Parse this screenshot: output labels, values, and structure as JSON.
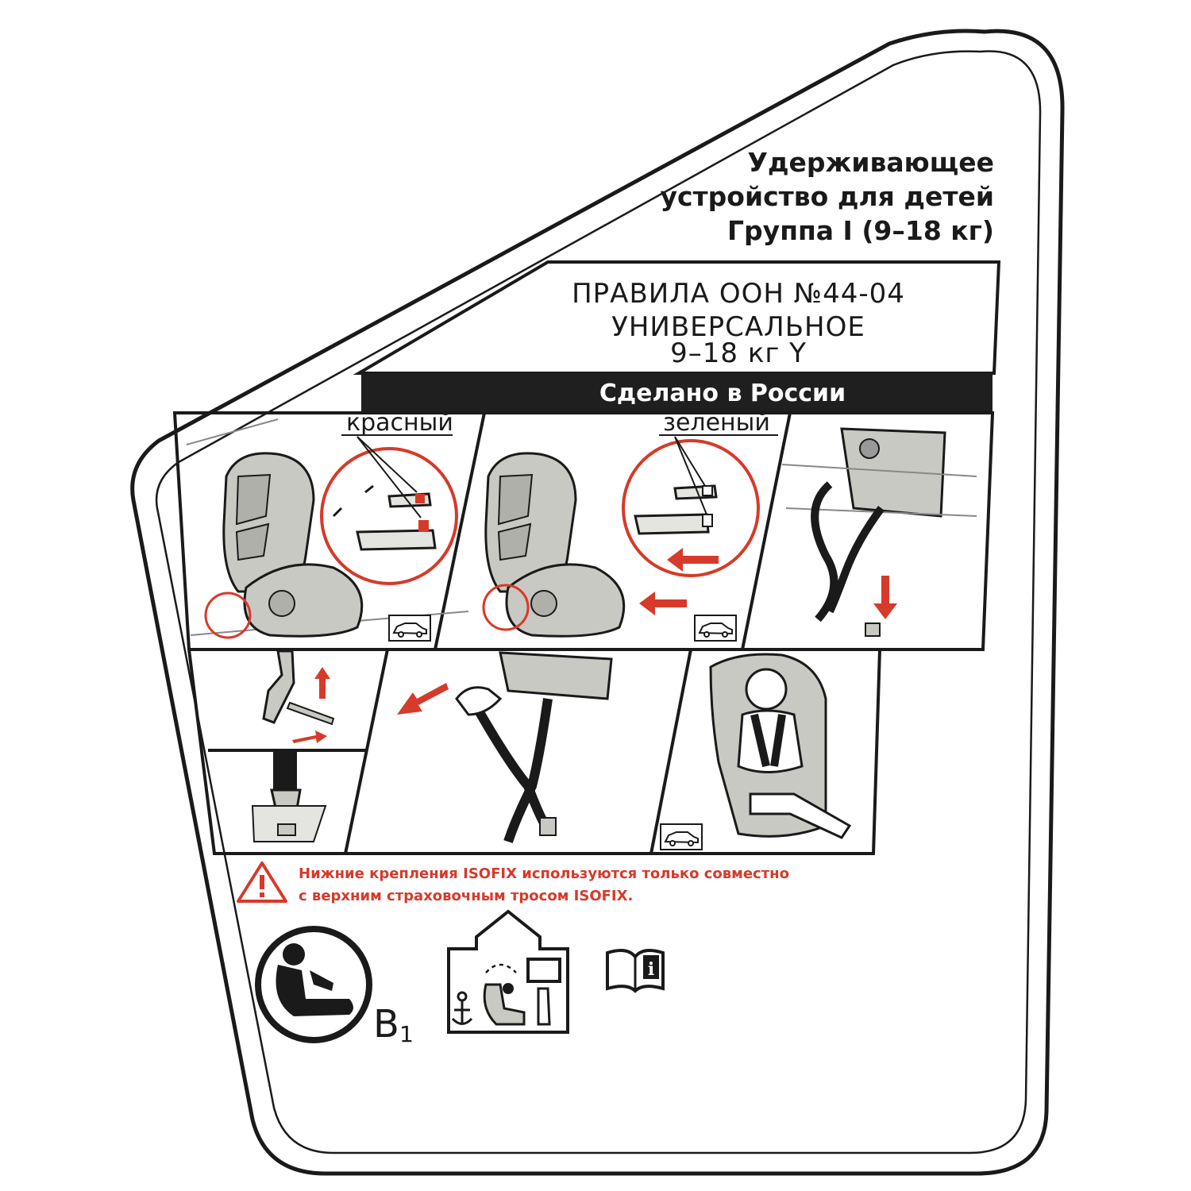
{
  "header": {
    "title_lines": [
      "Удерживающее",
      "устройство для детей",
      "Группа I (9–18 кг)"
    ]
  },
  "regulation": {
    "lines": [
      "ПРАВИЛА ООН №44-04",
      "УНИВЕРСАЛЬНОЕ",
      "9–18 кг Y"
    ]
  },
  "origin": "Сделано в России",
  "steps": {
    "red_label": "красный",
    "green_label": "зеленый"
  },
  "warning": {
    "lines": [
      "Нижние крепления ISOFIX используются только совместно",
      "с верхним страховочным тросом ISOFIX."
    ]
  },
  "class_mark": {
    "letter": "B",
    "index": "1"
  },
  "icons": [
    "warning-triangle-icon",
    "isofix-child-seat-icon",
    "top-tether-instruction-icon",
    "manual-info-icon",
    "car-icon"
  ],
  "colors": {
    "accent_red": "#d63a2a",
    "ink": "#1a1a1a",
    "seat_gray": "#c9c9c3"
  }
}
